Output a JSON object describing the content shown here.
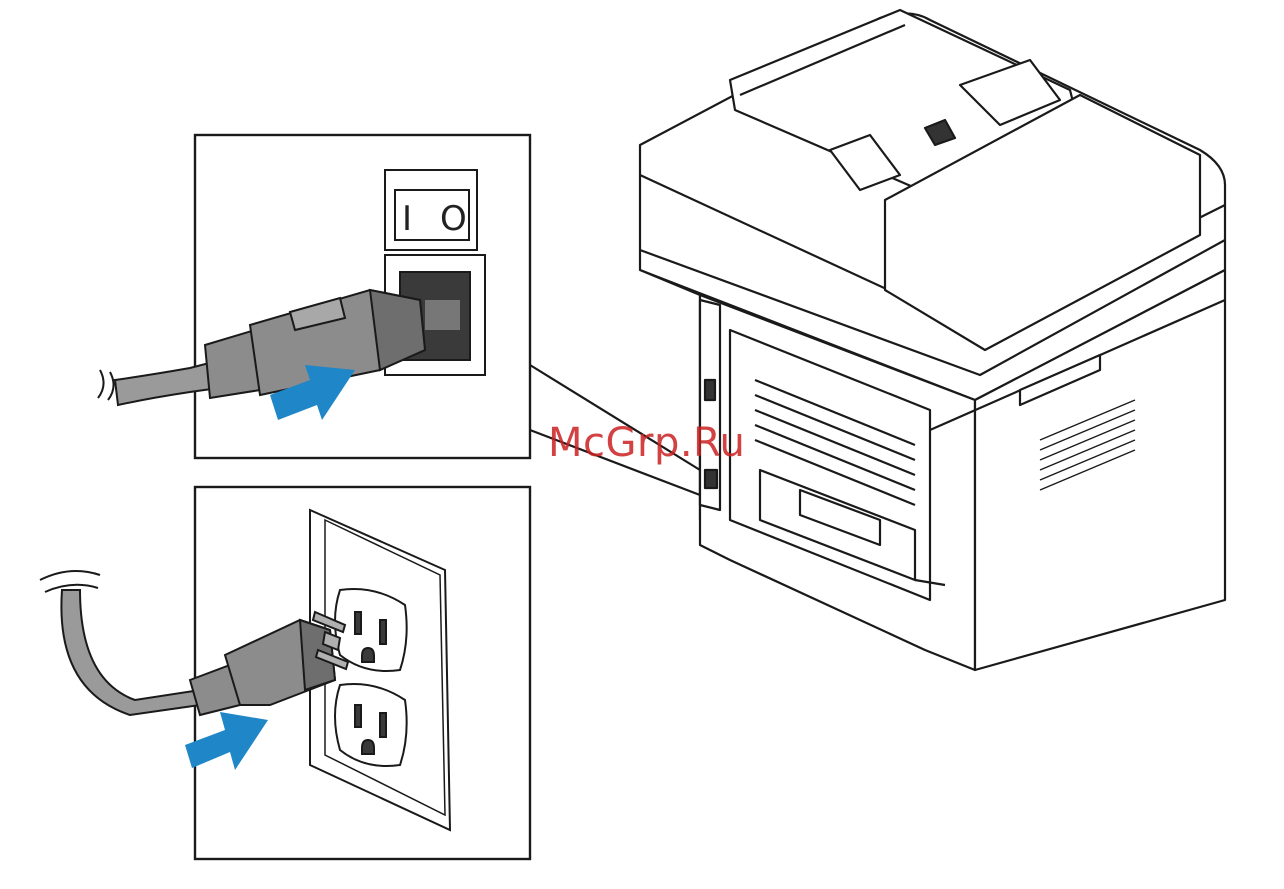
{
  "watermark": {
    "text": "McGrp.Ru"
  },
  "switch": {
    "on_symbol": "I",
    "off_symbol": "O"
  },
  "colors": {
    "line": "#1a1a1a",
    "plug_gray": "#8c8c8c",
    "cable_gray": "#9a9a9a",
    "arrow_blue": "#1f86c8",
    "socket_dark": "#3a3a3a"
  },
  "icons": {
    "arrow_top": "push-arrow-icon",
    "arrow_bottom": "push-arrow-icon"
  }
}
